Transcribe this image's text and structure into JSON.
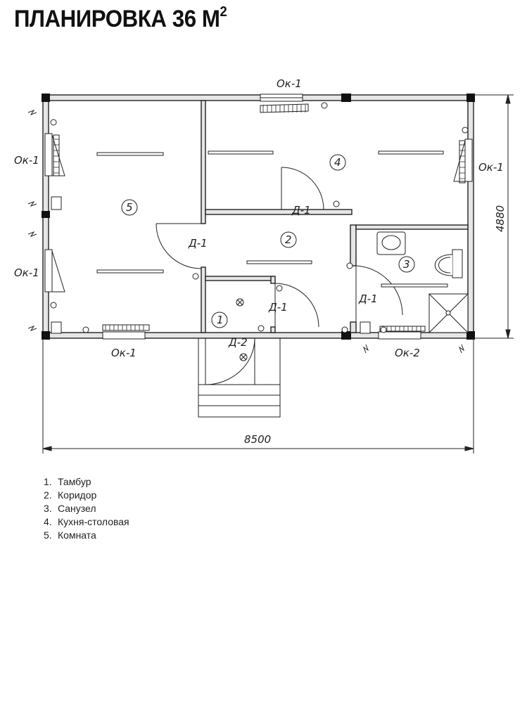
{
  "title": {
    "text": "ПЛАНИРОВКА 36 М",
    "sup": "2"
  },
  "rooms": {
    "r1": "1",
    "r2": "2",
    "r3": "3",
    "r4": "4",
    "r5": "5"
  },
  "labels": {
    "window_top": "Ок-1",
    "window_left_upper": "Ок-1",
    "window_left_lower": "Ок-1",
    "window_right": "Ок-1",
    "window_bottom_left": "Ок-1",
    "window_bottom_right": "Ок-2",
    "door_kitchen": "Д-1",
    "door_room": "Д-1",
    "door_tambur": "Д-1",
    "door_bath": "Д-1",
    "door_entry": "Д-2"
  },
  "dimensions": {
    "width": "8500",
    "height": "4880"
  },
  "legend": [
    {
      "num": "1.",
      "name": "Тамбур"
    },
    {
      "num": "2.",
      "name": "Коридор"
    },
    {
      "num": "3.",
      "name": "Санузел"
    },
    {
      "num": "4.",
      "name": "Кухня-столовая"
    },
    {
      "num": "5.",
      "name": "Комната"
    }
  ]
}
